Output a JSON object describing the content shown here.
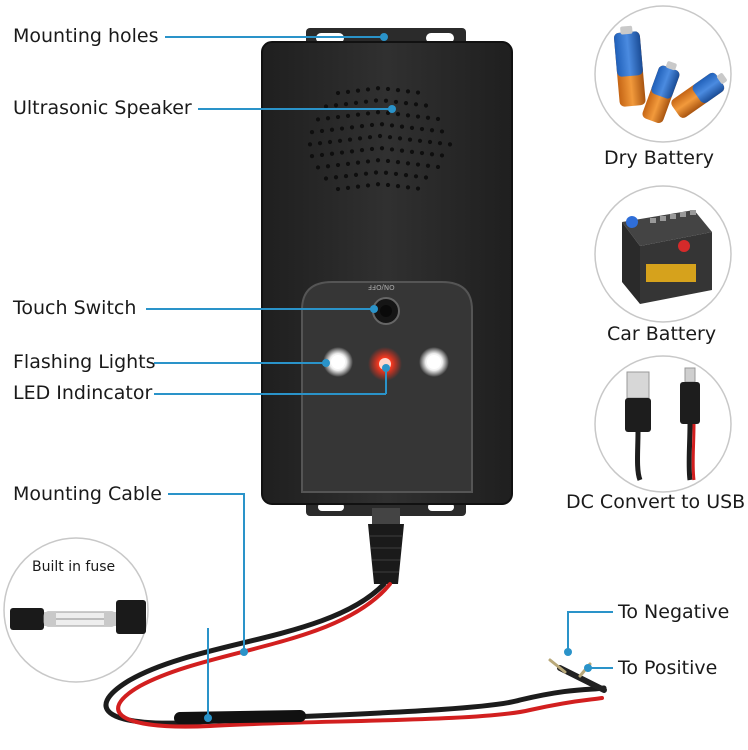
{
  "callouts": {
    "mounting_holes": "Mounting holes",
    "ultrasonic_speaker": "Ultrasonic Speaker",
    "touch_switch": "Touch Switch",
    "flashing_lights": "Flashing Lights",
    "led_indicator": "LED Indincator",
    "mounting_cable": "Mounting Cable",
    "to_negative": "To Negative",
    "to_positive": "To Positive"
  },
  "power_options": {
    "dry_battery": "Dry Battery",
    "car_battery": "Car Battery",
    "dc_usb": "DC Convert to USB"
  },
  "fuse_inset": {
    "caption": "Built in fuse"
  },
  "device": {
    "switch_marking": "ON/OFF"
  },
  "colors": {
    "callout_line": "#2a93c9",
    "device_body": "#2b2b2b",
    "panel": "#3a3a3a",
    "led_red": "#ff2a1a",
    "led_white": "#ffffff",
    "wire_red": "#d21f1f",
    "wire_black": "#1c1c1c"
  }
}
